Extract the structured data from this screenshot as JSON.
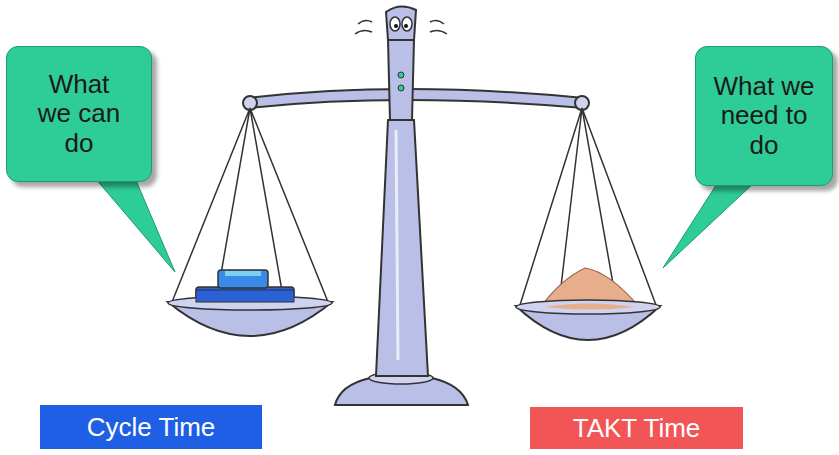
{
  "diagram": {
    "nodes": [
      {
        "text": [
          "What we can do"
        ]
      },
      {
        "text": [
          "What we need to do"
        ]
      },
      {
        "text": [
          "Cycle Time"
        ]
      },
      {
        "text": [
          "TAKT Time"
        ]
      }
    ]
  }
}
